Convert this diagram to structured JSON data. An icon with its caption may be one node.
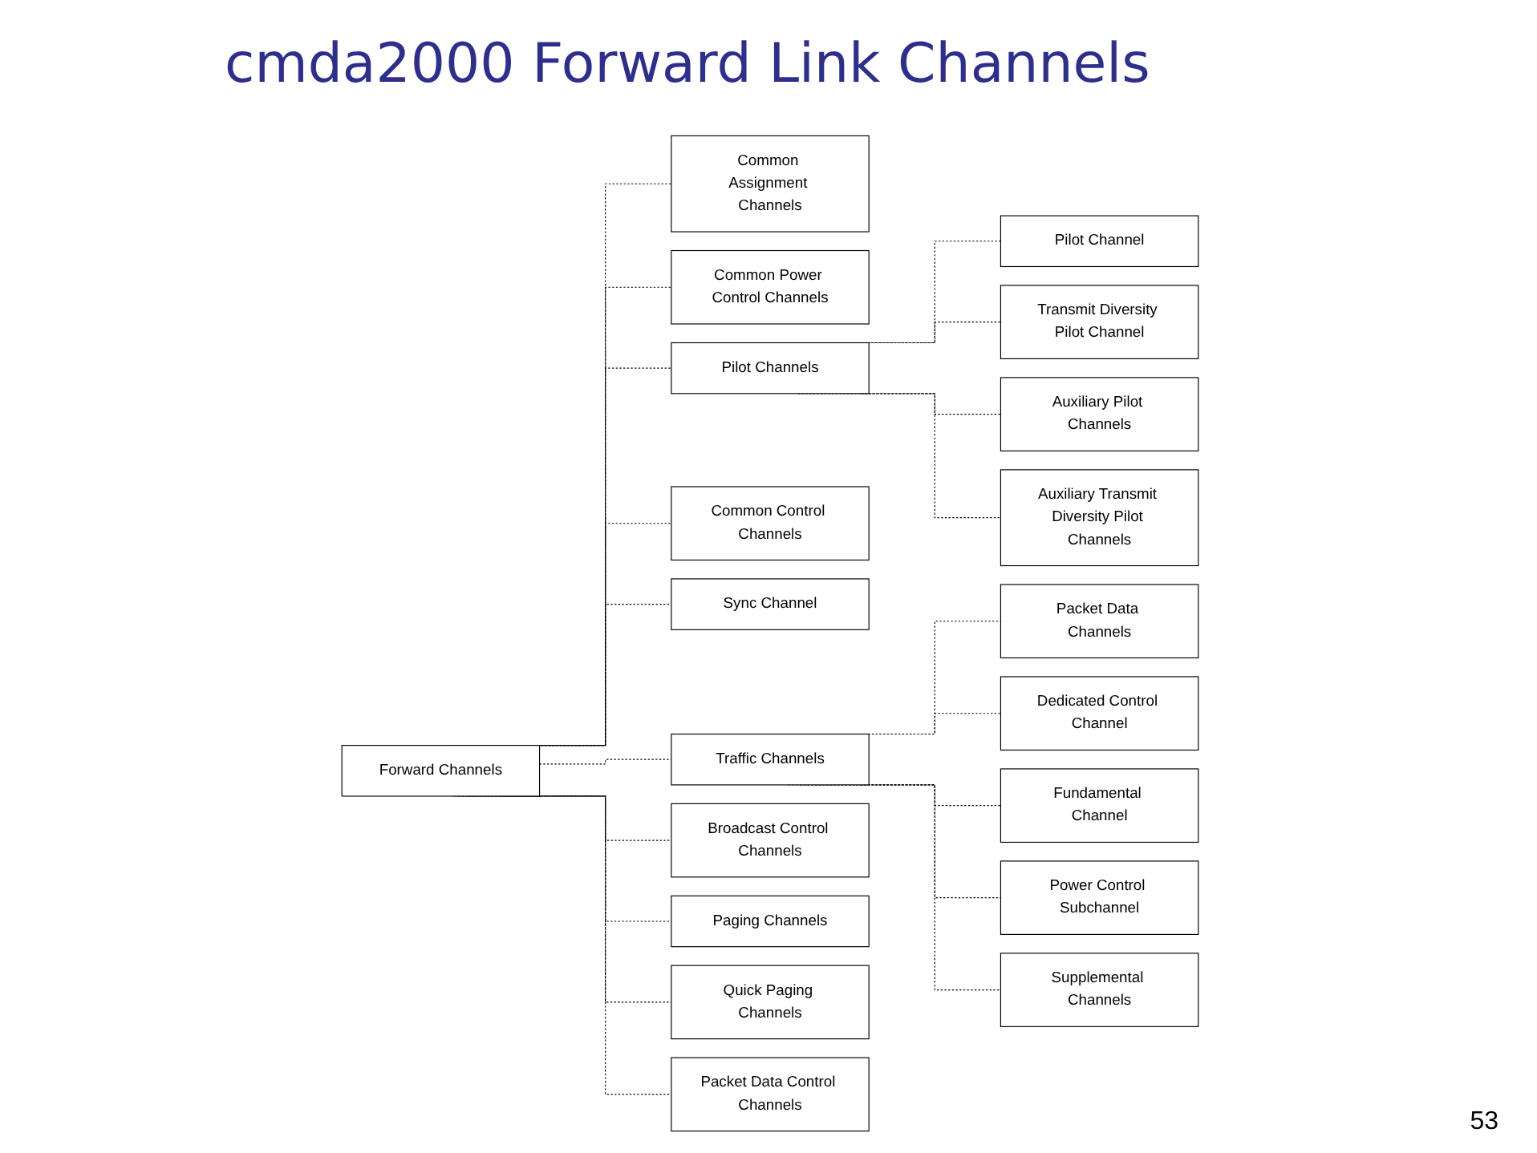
{
  "diagram": {
    "title": "cmda2000 Forward Link Channels",
    "nodes": [
      {
        "text": [
          "Forward Channels"
        ]
      },
      {
        "text": [
          "Common Assignment Channels"
        ]
      },
      {
        "text": [
          "Common Power Control Channels"
        ]
      },
      {
        "text": [
          "Pilot Channels"
        ]
      },
      {
        "text": [
          "Common Control Channels"
        ]
      },
      {
        "text": [
          "Sync Channel"
        ]
      },
      {
        "text": [
          "Traffic Channels"
        ]
      },
      {
        "text": [
          "Broadcast Control Channels"
        ]
      },
      {
        "text": [
          "Paging Channels"
        ]
      },
      {
        "text": [
          "Quick Paging Channels"
        ]
      },
      {
        "text": [
          "Packet Data Control Channels"
        ]
      },
      {
        "text": [
          "Pilot Channel"
        ]
      },
      {
        "text": [
          "Transmit Diversity Pilot Channel"
        ]
      },
      {
        "text": [
          "Auxiliary Pilot Channels"
        ]
      },
      {
        "text": [
          "Auxiliary Transmit Diversity Pilot Channels"
        ]
      },
      {
        "text": [
          "Packet Data Channels"
        ]
      },
      {
        "text": [
          "Dedicated Control Channel"
        ]
      },
      {
        "text": [
          "Fundamental Channel"
        ]
      },
      {
        "text": [
          "Power Control Subchannel"
        ]
      },
      {
        "text": [
          "Supplemental Channels"
        ]
      }
    ],
    "edges": [
      {
        "from": 0,
        "to": 1,
        "arrow": "none",
        "style": "dashed"
      },
      {
        "from": 0,
        "to": 2,
        "arrow": "none",
        "style": "dashed"
      },
      {
        "from": 0,
        "to": 3,
        "arrow": "none",
        "style": "dashed"
      },
      {
        "from": 0,
        "to": 4,
        "arrow": "none",
        "style": "dashed"
      },
      {
        "from": 0,
        "to": 5,
        "arrow": "none",
        "style": "dashed"
      },
      {
        "from": 0,
        "to": 6,
        "arrow": "none",
        "style": "dashed"
      },
      {
        "from": 0,
        "to": 7,
        "arrow": "none",
        "style": "dashed"
      },
      {
        "from": 0,
        "to": 8,
        "arrow": "none",
        "style": "dashed"
      },
      {
        "from": 0,
        "to": 9,
        "arrow": "none",
        "style": "dashed"
      },
      {
        "from": 0,
        "to": 10,
        "arrow": "none",
        "style": "dashed"
      },
      {
        "from": 3,
        "to": 11,
        "arrow": "none",
        "style": "dashed"
      },
      {
        "from": 3,
        "to": 12,
        "arrow": "none",
        "style": "dashed"
      },
      {
        "from": 3,
        "to": 13,
        "arrow": "none",
        "style": "dashed"
      },
      {
        "from": 3,
        "to": 14,
        "arrow": "none",
        "style": "dashed"
      },
      {
        "from": 6,
        "to": 15,
        "arrow": "none",
        "style": "dashed"
      },
      {
        "from": 6,
        "to": 16,
        "arrow": "none",
        "style": "dashed"
      },
      {
        "from": 6,
        "to": 17,
        "arrow": "none",
        "style": "dashed"
      },
      {
        "from": 6,
        "to": 18,
        "arrow": "none",
        "style": "dashed"
      },
      {
        "from": 6,
        "to": 19,
        "arrow": "none",
        "style": "dashed"
      }
    ],
    "labels": [
      "53"
    ]
  }
}
